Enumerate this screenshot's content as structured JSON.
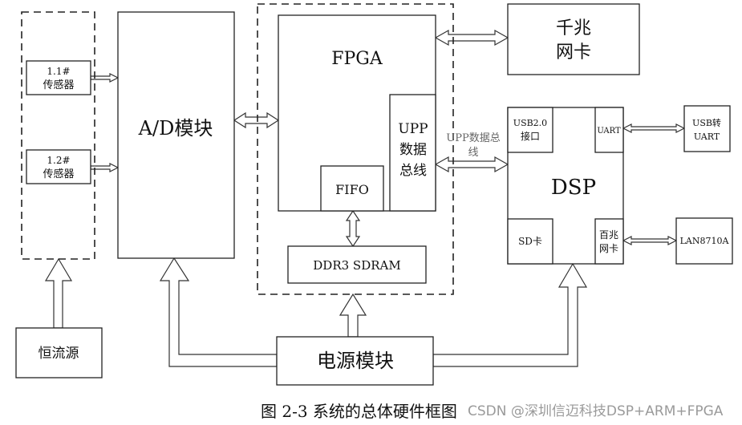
{
  "sensor_group": {
    "sensor1": [
      "1.1#",
      "传感器"
    ],
    "sensor2": [
      "1.2#",
      "传感器"
    ]
  },
  "ad_module": "A/D模块",
  "fpga": {
    "title": "FPGA",
    "upp": [
      "UPP",
      "数据",
      "总线"
    ],
    "fifo": "FIFO",
    "ddr3": "DDR3 SDRAM"
  },
  "gigabit_nic": [
    "千兆",
    "网卡"
  ],
  "upp_bus_label": [
    "UPP数据总",
    "线"
  ],
  "dsp": {
    "title": "DSP",
    "usb": [
      "USB2.0",
      "接口"
    ],
    "uart": "UART",
    "sd": "SD卡",
    "nic100": [
      "百兆",
      "网卡"
    ]
  },
  "usb_uart": [
    "USB转",
    "UART"
  ],
  "lan": "LAN8710A",
  "current_source": "恒流源",
  "power_module": "电源模块",
  "caption": "图 2-3  系统的总体硬件框图",
  "watermark": "CSDN @深圳信迈科技DSP+ARM+FPGA"
}
